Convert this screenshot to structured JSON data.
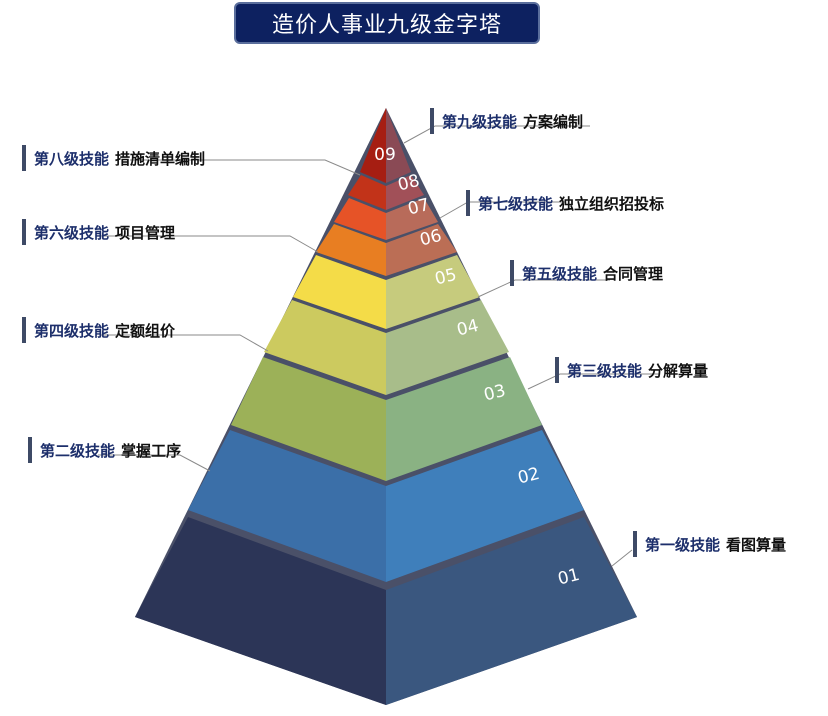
{
  "title": "造价人事业九级金字塔",
  "levels": [
    {
      "num": "01",
      "level": "第一级技能",
      "skill": "看图算量",
      "left": "#2c3557",
      "right": "#3a577f"
    },
    {
      "num": "02",
      "level": "第二级技能",
      "skill": "掌握工序",
      "left": "#3b6fa8",
      "right": "#3f7fbb"
    },
    {
      "num": "03",
      "level": "第三级技能",
      "skill": "分解算量",
      "left": "#9cb158",
      "right": "#8ab283"
    },
    {
      "num": "04",
      "level": "第四级技能",
      "skill": "定额组价",
      "left": "#ccca5f",
      "right": "#a8bd8a"
    },
    {
      "num": "05",
      "level": "第五级技能",
      "skill": "合同管理",
      "left": "#f4dc48",
      "right": "#c6cb7d"
    },
    {
      "num": "06",
      "level": "第六级技能",
      "skill": "项目管理",
      "left": "#e87e22",
      "right": "#bb6e55"
    },
    {
      "num": "07",
      "level": "第七级技能",
      "skill": "独立组织招投标",
      "left": "#e65327",
      "right": "#b86b5a"
    },
    {
      "num": "08",
      "level": "第八级技能",
      "skill": "措施清单编制",
      "left": "#c23319",
      "right": "#a15058"
    },
    {
      "num": "09",
      "level": "第九级技能",
      "skill": "方案编制",
      "left": "#a61e12",
      "right": "#8a4a55"
    }
  ]
}
